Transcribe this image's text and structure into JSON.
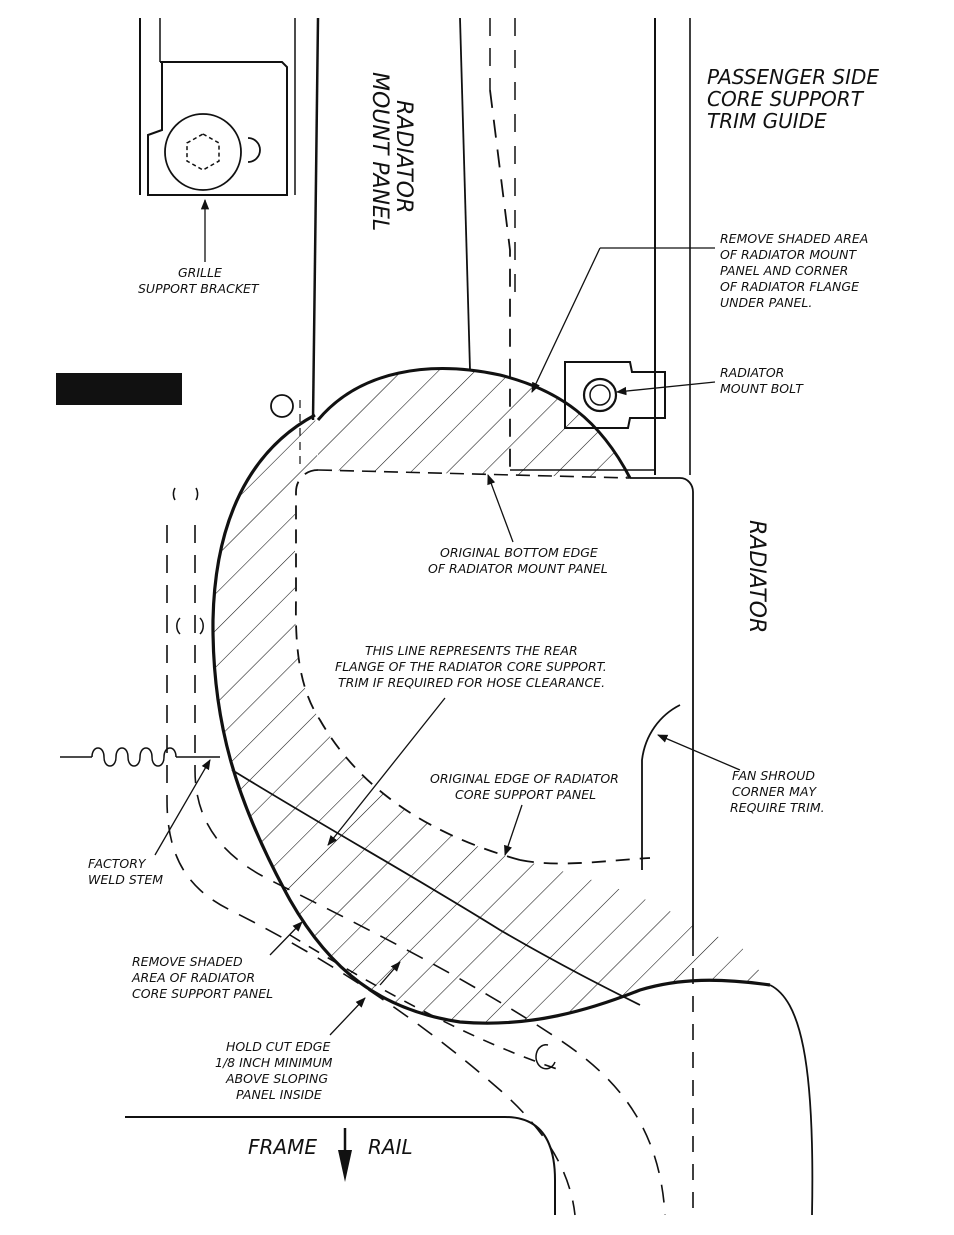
{
  "title_lines": [
    "PASSENGER SIDE",
    "CORE SUPPORT",
    "TRIM GUIDE"
  ],
  "labels": {
    "radiator_mount_panel": [
      "RADIATOR",
      "MOUNT PANEL"
    ],
    "radiator": "RADIATOR",
    "grille_support_bracket": [
      "GRILLE",
      "SUPPORT BRACKET"
    ],
    "remove_shaded_mount": [
      "REMOVE SHADED AREA",
      "OF RADIATOR MOUNT",
      "PANEL AND CORNER",
      "OF RADIATOR FLANGE",
      "UNDER PANEL."
    ],
    "radiator_mount_bolt": [
      "RADIATOR",
      "MOUNT BOLT"
    ],
    "original_bottom_edge": [
      "ORIGINAL BOTTOM EDGE",
      "OF RADIATOR MOUNT PANEL"
    ],
    "rear_flange_note": [
      "THIS LINE REPRESENTS THE REAR",
      "FLANGE OF THE RADIATOR CORE SUPPORT.",
      "TRIM IF REQUIRED FOR HOSE CLEARANCE."
    ],
    "original_edge_core": [
      "ORIGINAL EDGE OF RADIATOR",
      "CORE SUPPORT PANEL"
    ],
    "fan_shroud": [
      "FAN SHROUD",
      "CORNER MAY",
      "REQUIRE TRIM."
    ],
    "factory_weld_stem": [
      "FACTORY",
      "WELD STEM"
    ],
    "remove_shaded_core": [
      "REMOVE SHADED",
      "AREA OF RADIATOR",
      "CORE SUPPORT PANEL"
    ],
    "hold_cut_edge": [
      "HOLD CUT EDGE",
      "1/8 INCH MINIMUM",
      "ABOVE SLOPING",
      "PANEL INSIDE"
    ],
    "frame": "FRAME",
    "rail": "RAIL"
  },
  "colors": {
    "ink": "#111111",
    "background": "#ffffff"
  }
}
